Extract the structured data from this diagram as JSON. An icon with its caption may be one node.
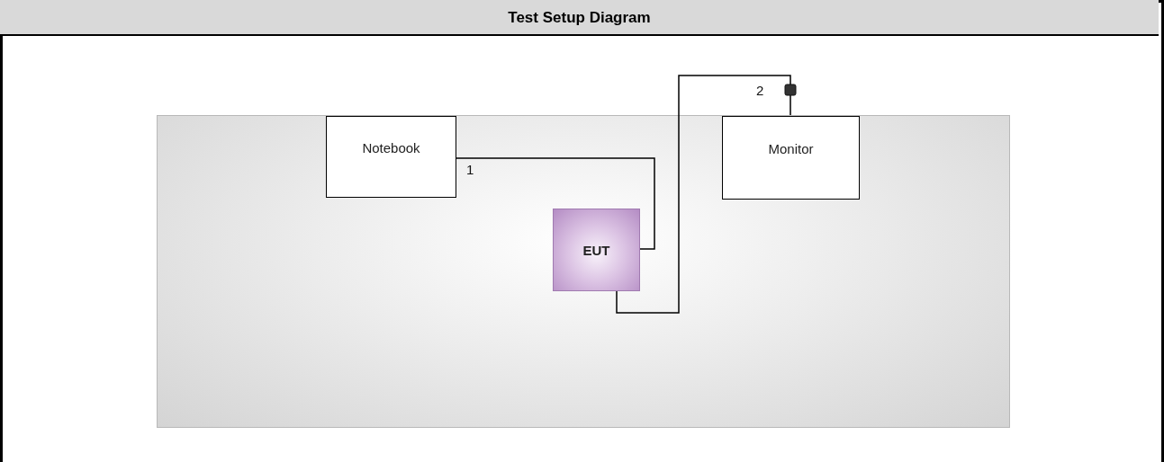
{
  "diagram": {
    "title": "Test Setup Diagram",
    "nodes": [
      {
        "text": [],
        "shape": "box"
      },
      {
        "text": [
          "Notebook"
        ],
        "in": 0
      },
      {
        "text": [
          "Monitor"
        ],
        "in": 0
      },
      {
        "text": [
          "EUT"
        ],
        "in": 0
      }
    ],
    "edges": [
      {
        "from": 1,
        "to": 3,
        "arrow": "none",
        "label": "1"
      },
      {
        "from": 3,
        "to": 2,
        "arrow": "other",
        "label": "2"
      }
    ]
  }
}
